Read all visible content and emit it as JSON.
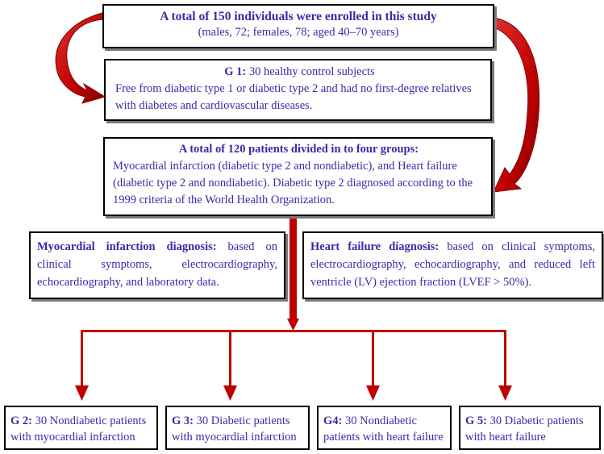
{
  "enrolled": {
    "title": "A total of 150  individuals were enrolled in this study",
    "details": "(males, 72; females, 78; aged 40–70 years)"
  },
  "g1": {
    "label": "G 1:",
    "title": "30 healthy control subjects",
    "text": "Free from diabetic type 1 or diabetic type 2 and had no first-degree relatives with diabetes and cardiovascular diseases."
  },
  "patients": {
    "title": "A total of 120 patients divided in to four groups:",
    "text": "Myocardial infarction (diabetic type 2 and nondiabetic), and Heart failure (diabetic type 2 and nondiabetic). Diabetic type 2 diagnosed according to the 1999 criteria of the World Health Organization."
  },
  "mi_diagnosis": {
    "label": "Myocardial infarction diagnosis:",
    "text": "based on clinical symptoms, electrocardiography, echocardiography, and laboratory data."
  },
  "hf_diagnosis": {
    "label": "Heart failure diagnosis:",
    "text": "based on clinical symptoms, electrocardiography, echocardiography, and reduced left ventricle (LV) ejection fraction (LVEF > 50%)."
  },
  "groups": [
    {
      "label": "G 2:",
      "text": "30 Nondiabetic patients with myocardial infarction"
    },
    {
      "label": "G 3:",
      "text": "30 Diabetic patients with myocardial infarction"
    },
    {
      "label": "G4:",
      "text": "30 Nondiabetic patients with heart failure"
    },
    {
      "label": "G 5:",
      "text": "30 Diabetic patients with heart failure"
    }
  ],
  "colors": {
    "text": "#3b2aa8",
    "arrow": "#c00000",
    "curved_arrow_dark": "#7f0000",
    "border": "#000000"
  }
}
